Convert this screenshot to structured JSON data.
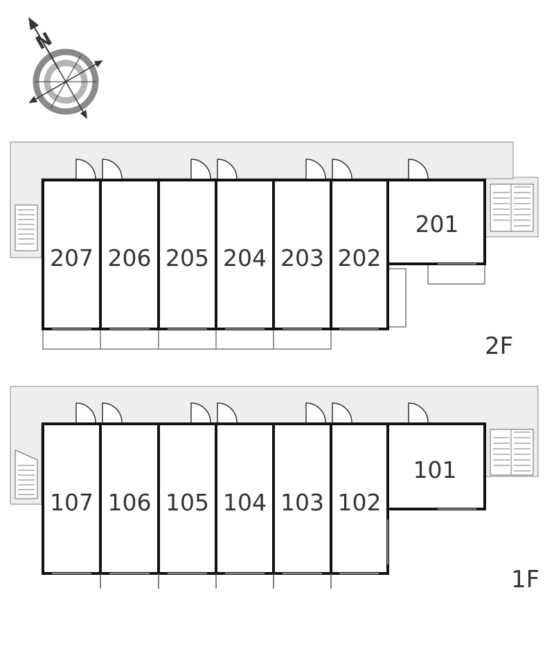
{
  "compass": {
    "north_label": "N",
    "icon": "compass-rose-icon"
  },
  "floors": [
    {
      "label": "2F",
      "rooms": [
        "207",
        "206",
        "205",
        "204",
        "203",
        "202",
        "201"
      ]
    },
    {
      "label": "1F",
      "rooms": [
        "107",
        "106",
        "105",
        "104",
        "103",
        "102",
        "101"
      ]
    }
  ],
  "colors": {
    "corridor": "#eeeeee",
    "wall": "#111111",
    "text": "#333333",
    "compass_ring": "#8a8a8a"
  }
}
